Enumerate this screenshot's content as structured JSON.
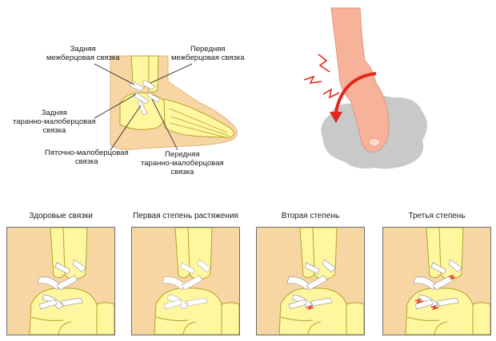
{
  "top_labels": {
    "posterior_intertibial": [
      "Задняя",
      "межберцовая связка"
    ],
    "anterior_intertibial": [
      "Передняя",
      "межберцовая связка"
    ],
    "posterior_talofibular": [
      "Задняя",
      "таранно-малоберцовая",
      "связка"
    ],
    "calcaneofibular": [
      "Пяточно-малоберцовая",
      "связка"
    ],
    "anterior_talofibular": [
      "Передняя",
      "таранно-малоберцовая",
      "связка"
    ]
  },
  "stages": [
    {
      "caption": "Здоровые связки",
      "tear": "none"
    },
    {
      "caption": "Первая степень растяжения",
      "tear": "none"
    },
    {
      "caption": "Вторая степень",
      "tear": "partial"
    },
    {
      "caption": "Третья степень",
      "tear": "full"
    }
  ],
  "colors": {
    "bone": "#fff7a0",
    "skin": "#f7d6a4",
    "ligament": "#ffffff",
    "outline": "#b3a22a",
    "arrow": "#e0281e",
    "tear": "#e0281e",
    "shadow": "#c9c9c9"
  }
}
